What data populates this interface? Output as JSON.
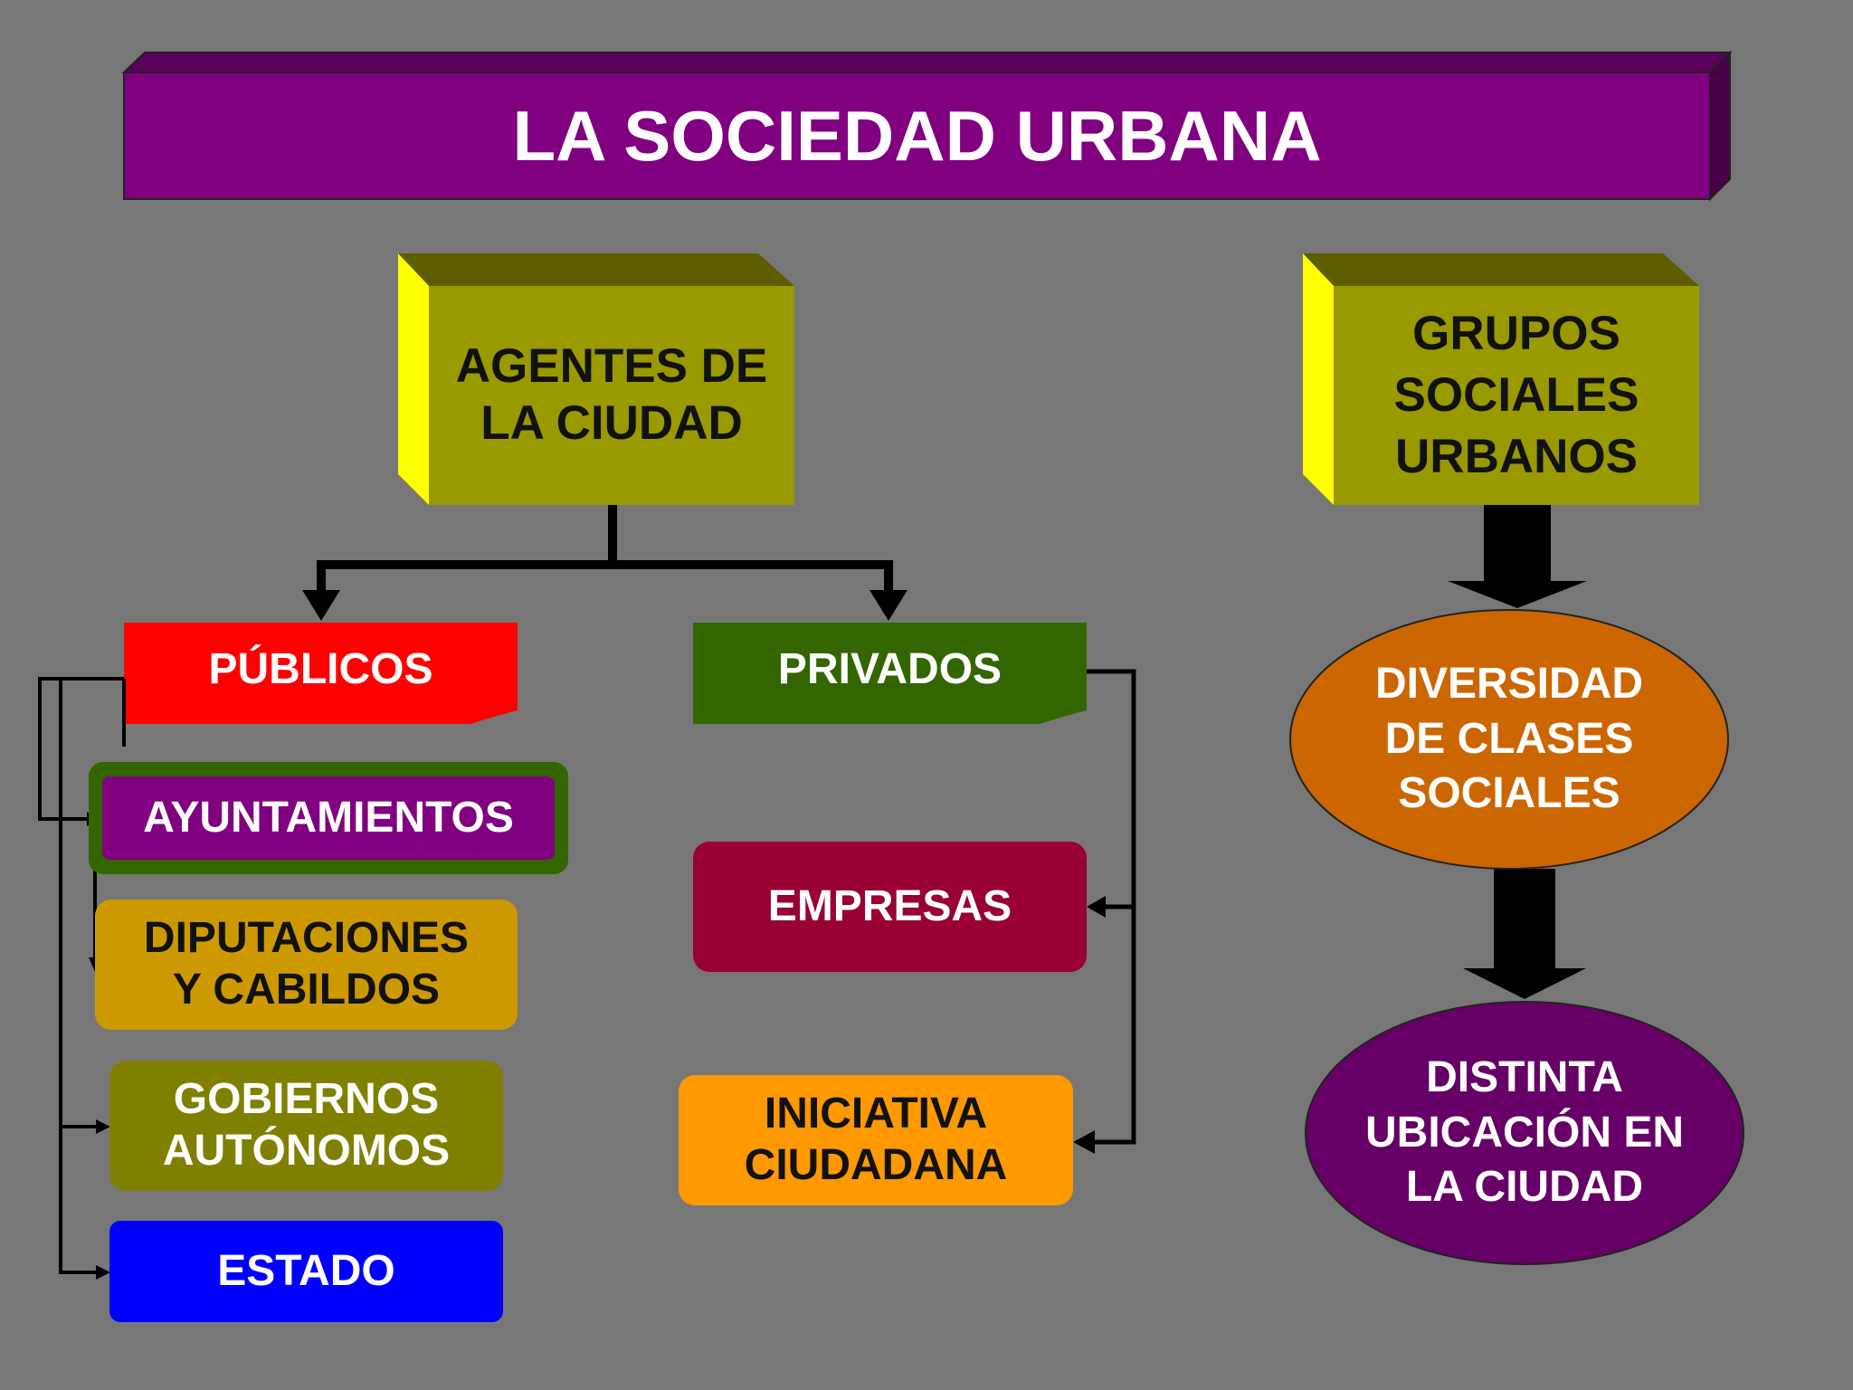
{
  "title": "LA SOCIEDAD URBANA",
  "agentes": {
    "header": "AGENTES DE\nLA CIUDAD",
    "publicos": {
      "label": "PÚBLICOS",
      "items": [
        "AYUNTAMIENTOS",
        "DIPUTACIONES\nY CABILDOS",
        "GOBIERNOS\nAUTÓNOMOS",
        "ESTADO"
      ]
    },
    "privados": {
      "label": "PRIVADOS",
      "items": [
        "EMPRESAS",
        "INICIATIVA\nCIUDADANA"
      ]
    }
  },
  "grupos": {
    "header": "GRUPOS\nSOCIALES\nURBANOS",
    "diversidad": "DIVERSIDAD\nDE CLASES\nSOCIALES",
    "ubicacion": "DISTINTA\nUBICACIÓN EN\nLA CIUDAD"
  },
  "colors": {
    "background": "#777777",
    "title_box": "#800080",
    "header_box": "#999900",
    "header_side": "#FFFF00",
    "publicos": "#FF0000",
    "privados": "#336600",
    "ayuntamientos": "#800080",
    "diputaciones": "#CC9900",
    "gobiernos": "#808000",
    "estado": "#0000FF",
    "empresas": "#990033",
    "iniciativa": "#FF9900",
    "diversidad": "#CC6600",
    "ubicacion": "#660066"
  }
}
